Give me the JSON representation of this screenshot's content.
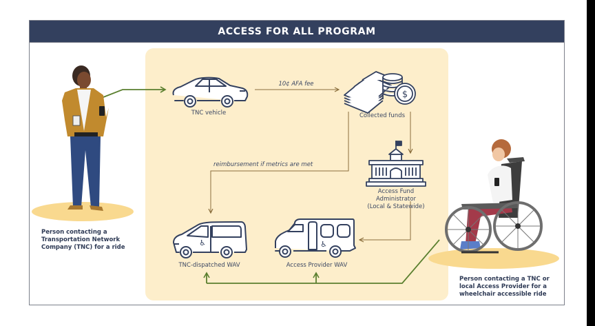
{
  "header": {
    "title": "ACCESS FOR ALL PROGRAM"
  },
  "colors": {
    "title_bar": "#33405e",
    "panel": "#fdeecb",
    "icon_stroke": "#33405e",
    "fund_flow_line": "#8a6e3c",
    "ride_request_line": "#5a7f2e",
    "ground_shadow": "#f9d98f"
  },
  "nodes": {
    "tnc_vehicle": {
      "label": "TNC vehicle",
      "icon": "car-icon"
    },
    "collected_funds": {
      "label": "Collected funds",
      "icon": "money-coins-icon"
    },
    "administrator": {
      "label_lines": [
        "Access Fund",
        "Administrator",
        "(Local & Statewide)"
      ],
      "icon": "government-building-icon"
    },
    "tnc_wav": {
      "label": "TNC-dispatched WAV",
      "icon": "wheelchair-van-icon"
    },
    "provider_wav": {
      "label": "Access Provider WAV",
      "icon": "wheelchair-bus-icon"
    }
  },
  "edges": {
    "fee": {
      "label": "10¢ AFA fee"
    },
    "reimbursement": {
      "label": "reimbursement if metrics are met"
    }
  },
  "people": {
    "rider": {
      "caption_lines": [
        "Person contacting a",
        "Transportation Network",
        "Company (TNC) for a ride"
      ],
      "icon": "person-with-phone-illustration"
    },
    "wheelchair_rider": {
      "caption_lines": [
        "Person contacting a TNC or",
        "local Access Provider for a",
        "wheelchair accessible ride"
      ],
      "icon": "wheelchair-user-illustration"
    }
  }
}
